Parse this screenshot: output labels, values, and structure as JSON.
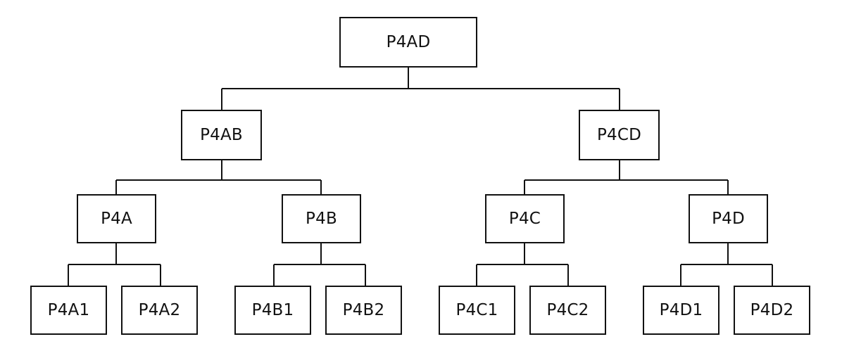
{
  "tree": {
    "root": {
      "label": "P4AD"
    },
    "level1": {
      "ab": {
        "label": "P4AB"
      },
      "cd": {
        "label": "P4CD"
      }
    },
    "level2": {
      "a": {
        "label": "P4A"
      },
      "b": {
        "label": "P4B"
      },
      "c": {
        "label": "P4C"
      },
      "d": {
        "label": "P4D"
      }
    },
    "level3": {
      "a1": {
        "label": "P4A1"
      },
      "a2": {
        "label": "P4A2"
      },
      "b1": {
        "label": "P4B1"
      },
      "b2": {
        "label": "P4B2"
      },
      "c1": {
        "label": "P4C1"
      },
      "c2": {
        "label": "P4C2"
      },
      "d1": {
        "label": "P4D1"
      },
      "d2": {
        "label": "P4D2"
      }
    }
  },
  "colors": {
    "line": "#111111",
    "background": "#ffffff"
  }
}
